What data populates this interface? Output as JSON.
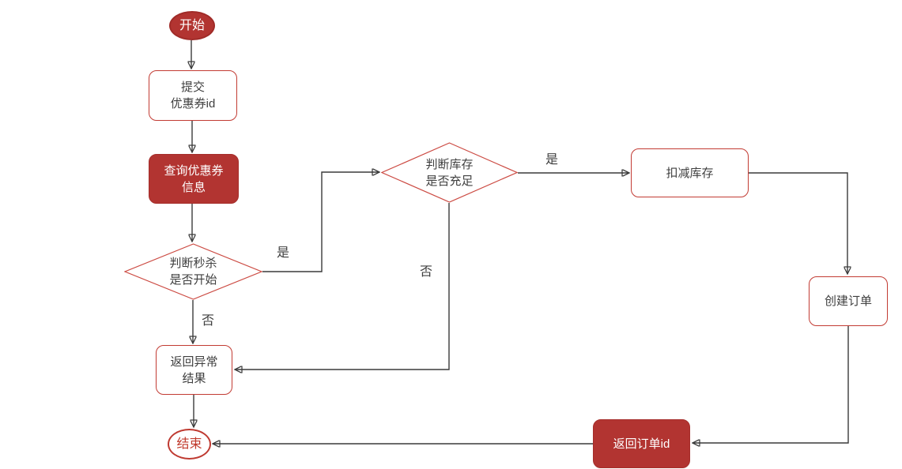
{
  "flowchart": {
    "nodes": {
      "start": {
        "label": "开始"
      },
      "submit_coupon": {
        "line1": "提交",
        "line2": "优惠券id"
      },
      "query_coupon": {
        "line1": "查询优惠券",
        "line2": "信息"
      },
      "check_seckill": {
        "line1": "判断秒杀",
        "line2": "是否开始"
      },
      "check_stock": {
        "line1": "判断库存",
        "line2": "是否充足"
      },
      "deduct_stock": {
        "label": "扣减库存"
      },
      "create_order": {
        "label": "创建订单"
      },
      "return_error": {
        "line1": "返回异常",
        "line2": "结果"
      },
      "return_order_id": {
        "label": "返回订单id"
      },
      "end": {
        "label": "结束"
      }
    },
    "edge_labels": {
      "seckill_yes": "是",
      "seckill_no": "否",
      "stock_yes": "是",
      "stock_no": "否"
    },
    "colors": {
      "node_fill_red": "#b23431",
      "node_border_red": "#c23b33",
      "diamond_border_red": "#cc4b43",
      "end_text_red": "#c0392b",
      "text_dark": "#3f3f3f",
      "text_white": "#ffffff",
      "line": "#3a3a3a",
      "arrow": "#111111",
      "background": "#ffffff"
    }
  }
}
